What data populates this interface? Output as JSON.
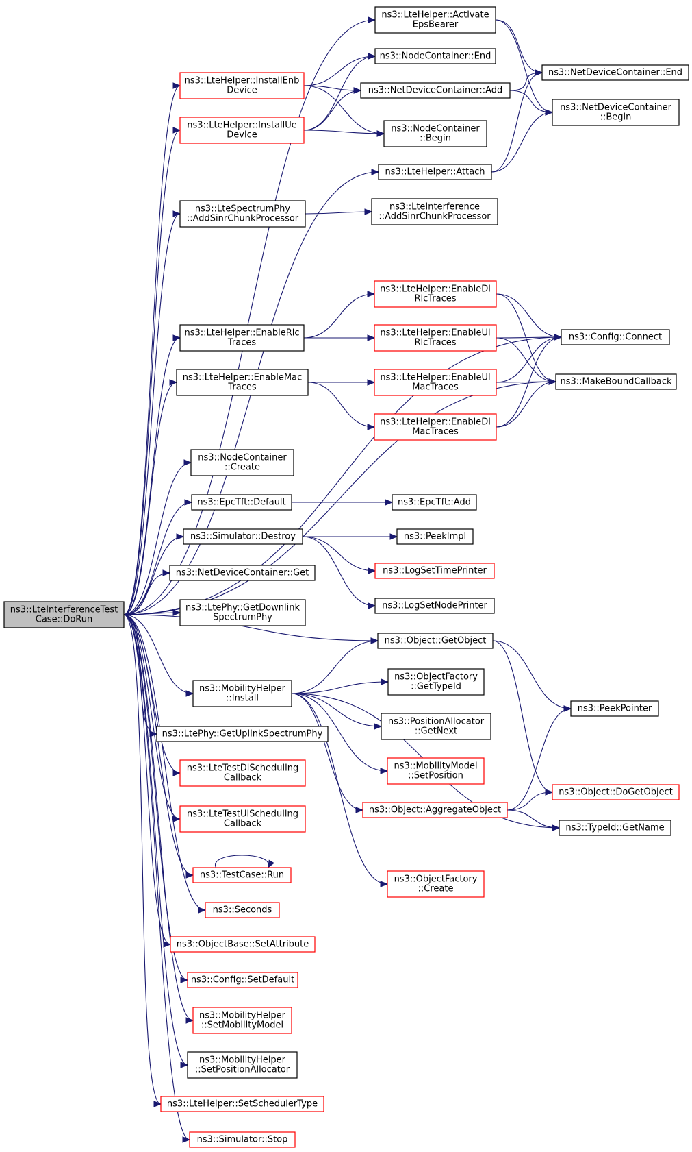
{
  "colors": {
    "edge": "#191970",
    "root_fill": "#bfbfbf",
    "border_black": "#000000",
    "border_red": "#ff0000"
  },
  "nodes": [
    {
      "id": "root",
      "lines": [
        "ns3::LteInterferenceTest",
        "Case::DoRun"
      ],
      "style": "root"
    },
    {
      "id": "activate",
      "lines": [
        "ns3::LteHelper::Activate",
        "EpsBearer"
      ],
      "style": "black"
    },
    {
      "id": "nc_end",
      "lines": [
        "ns3::NodeContainer::End"
      ],
      "style": "black"
    },
    {
      "id": "install_enb",
      "lines": [
        "ns3::LteHelper::InstallEnb",
        "Device"
      ],
      "style": "red"
    },
    {
      "id": "ndc_add",
      "lines": [
        "ns3::NetDeviceContainer::Add"
      ],
      "style": "black"
    },
    {
      "id": "ndc_end",
      "lines": [
        "ns3::NetDeviceContainer::End"
      ],
      "style": "black"
    },
    {
      "id": "ndc_begin",
      "lines": [
        "ns3::NetDeviceContainer",
        "::Begin"
      ],
      "style": "black"
    },
    {
      "id": "install_ue",
      "lines": [
        "ns3::LteHelper::InstallUe",
        "Device"
      ],
      "style": "red"
    },
    {
      "id": "nc_begin",
      "lines": [
        "ns3::NodeContainer",
        "::Begin"
      ],
      "style": "black"
    },
    {
      "id": "attach",
      "lines": [
        "ns3::LteHelper::Attach"
      ],
      "style": "black"
    },
    {
      "id": "sp_addsinr",
      "lines": [
        "ns3::LteSpectrumPhy",
        "::AddSinrChunkProcessor"
      ],
      "style": "black"
    },
    {
      "id": "li_addsinr",
      "lines": [
        "ns3::LteInterference",
        "::AddSinrChunkProcessor"
      ],
      "style": "black"
    },
    {
      "id": "enable_dl_rlc",
      "lines": [
        "ns3::LteHelper::EnableDl",
        "RlcTraces"
      ],
      "style": "red"
    },
    {
      "id": "enable_rlc",
      "lines": [
        "ns3::LteHelper::EnableRlc",
        "Traces"
      ],
      "style": "black"
    },
    {
      "id": "enable_ul_rlc",
      "lines": [
        "ns3::LteHelper::EnableUl",
        "RlcTraces"
      ],
      "style": "red"
    },
    {
      "id": "config_connect",
      "lines": [
        "ns3::Config::Connect"
      ],
      "style": "black"
    },
    {
      "id": "enable_mac",
      "lines": [
        "ns3::LteHelper::EnableMac",
        "Traces"
      ],
      "style": "black"
    },
    {
      "id": "enable_ul_mac",
      "lines": [
        "ns3::LteHelper::EnableUl",
        "MacTraces"
      ],
      "style": "red"
    },
    {
      "id": "make_bound",
      "lines": [
        "ns3::MakeBoundCallback"
      ],
      "style": "black"
    },
    {
      "id": "enable_dl_mac",
      "lines": [
        "ns3::LteHelper::EnableDl",
        "MacTraces"
      ],
      "style": "red"
    },
    {
      "id": "nc_create",
      "lines": [
        "ns3::NodeContainer",
        "::Create"
      ],
      "style": "black"
    },
    {
      "id": "epctft_default",
      "lines": [
        "ns3::EpcTft::Default"
      ],
      "style": "black"
    },
    {
      "id": "epctft_add",
      "lines": [
        "ns3::EpcTft::Add"
      ],
      "style": "black"
    },
    {
      "id": "sim_destroy",
      "lines": [
        "ns3::Simulator::Destroy"
      ],
      "style": "black"
    },
    {
      "id": "peek_impl",
      "lines": [
        "ns3::PeekImpl"
      ],
      "style": "black"
    },
    {
      "id": "log_time",
      "lines": [
        "ns3::LogSetTimePrinter"
      ],
      "style": "red"
    },
    {
      "id": "ndc_get",
      "lines": [
        "ns3::NetDeviceContainer::Get"
      ],
      "style": "black"
    },
    {
      "id": "log_node",
      "lines": [
        "ns3::LogSetNodePrinter"
      ],
      "style": "black"
    },
    {
      "id": "get_dl_phy",
      "lines": [
        "ns3::LtePhy::GetDownlink",
        "SpectrumPhy"
      ],
      "style": "black"
    },
    {
      "id": "get_object",
      "lines": [
        "ns3::Object::GetObject"
      ],
      "style": "black"
    },
    {
      "id": "of_gettypeid",
      "lines": [
        "ns3::ObjectFactory",
        "::GetTypeId"
      ],
      "style": "black"
    },
    {
      "id": "mob_install",
      "lines": [
        "ns3::MobilityHelper",
        "::Install"
      ],
      "style": "black"
    },
    {
      "id": "peek_pointer",
      "lines": [
        "ns3::PeekPointer"
      ],
      "style": "black"
    },
    {
      "id": "pa_getnext",
      "lines": [
        "ns3::PositionAllocator",
        "::GetNext"
      ],
      "style": "black"
    },
    {
      "id": "get_ul_phy",
      "lines": [
        "ns3::LtePhy::GetUplinkSpectrumPhy"
      ],
      "style": "black"
    },
    {
      "id": "mm_setpos",
      "lines": [
        "ns3::MobilityModel",
        "::SetPosition"
      ],
      "style": "red"
    },
    {
      "id": "dl_sched",
      "lines": [
        "ns3::LteTestDlScheduling",
        "Callback"
      ],
      "style": "red"
    },
    {
      "id": "do_get_object",
      "lines": [
        "ns3::Object::DoGetObject"
      ],
      "style": "red"
    },
    {
      "id": "aggregate",
      "lines": [
        "ns3::Object::AggregateObject"
      ],
      "style": "red"
    },
    {
      "id": "ul_sched",
      "lines": [
        "ns3::LteTestUlScheduling",
        "Callback"
      ],
      "style": "red"
    },
    {
      "id": "typeid_getname",
      "lines": [
        "ns3::TypeId::GetName"
      ],
      "style": "black"
    },
    {
      "id": "tc_run",
      "lines": [
        "ns3::TestCase::Run"
      ],
      "style": "red"
    },
    {
      "id": "of_create",
      "lines": [
        "ns3::ObjectFactory",
        "::Create"
      ],
      "style": "red"
    },
    {
      "id": "seconds",
      "lines": [
        "ns3::Seconds"
      ],
      "style": "red"
    },
    {
      "id": "set_attr",
      "lines": [
        "ns3::ObjectBase::SetAttribute"
      ],
      "style": "red"
    },
    {
      "id": "set_default",
      "lines": [
        "ns3::Config::SetDefault"
      ],
      "style": "red"
    },
    {
      "id": "set_mobility",
      "lines": [
        "ns3::MobilityHelper",
        "::SetMobilityModel"
      ],
      "style": "red"
    },
    {
      "id": "set_posalloc",
      "lines": [
        "ns3::MobilityHelper",
        "::SetPositionAllocator"
      ],
      "style": "black"
    },
    {
      "id": "set_sched",
      "lines": [
        "ns3::LteHelper::SetSchedulerType"
      ],
      "style": "red"
    },
    {
      "id": "sim_stop",
      "lines": [
        "ns3::Simulator::Stop"
      ],
      "style": "red"
    }
  ],
  "edges": [
    [
      "root",
      "activate"
    ],
    [
      "root",
      "install_enb"
    ],
    [
      "root",
      "install_ue"
    ],
    [
      "root",
      "attach"
    ],
    [
      "root",
      "sp_addsinr"
    ],
    [
      "root",
      "config_connect"
    ],
    [
      "root",
      "enable_rlc"
    ],
    [
      "root",
      "enable_mac"
    ],
    [
      "root",
      "make_bound"
    ],
    [
      "root",
      "nc_create"
    ],
    [
      "root",
      "epctft_default"
    ],
    [
      "root",
      "sim_destroy"
    ],
    [
      "root",
      "ndc_get"
    ],
    [
      "root",
      "get_dl_phy"
    ],
    [
      "root",
      "get_object"
    ],
    [
      "root",
      "mob_install"
    ],
    [
      "root",
      "get_ul_phy"
    ],
    [
      "root",
      "dl_sched"
    ],
    [
      "root",
      "ul_sched"
    ],
    [
      "root",
      "tc_run"
    ],
    [
      "root",
      "seconds"
    ],
    [
      "root",
      "set_attr"
    ],
    [
      "root",
      "set_default"
    ],
    [
      "root",
      "set_mobility"
    ],
    [
      "root",
      "set_posalloc"
    ],
    [
      "root",
      "set_sched"
    ],
    [
      "root",
      "sim_stop"
    ],
    [
      "activate",
      "ndc_end"
    ],
    [
      "activate",
      "ndc_begin"
    ],
    [
      "install_enb",
      "nc_end"
    ],
    [
      "install_enb",
      "ndc_add"
    ],
    [
      "install_enb",
      "nc_begin"
    ],
    [
      "install_ue",
      "nc_end"
    ],
    [
      "install_ue",
      "ndc_add"
    ],
    [
      "install_ue",
      "nc_begin"
    ],
    [
      "ndc_add",
      "ndc_end"
    ],
    [
      "ndc_add",
      "ndc_begin"
    ],
    [
      "attach",
      "ndc_end"
    ],
    [
      "attach",
      "ndc_begin"
    ],
    [
      "sp_addsinr",
      "li_addsinr"
    ],
    [
      "enable_rlc",
      "enable_dl_rlc"
    ],
    [
      "enable_rlc",
      "enable_ul_rlc"
    ],
    [
      "enable_dl_rlc",
      "config_connect"
    ],
    [
      "enable_dl_rlc",
      "make_bound"
    ],
    [
      "enable_ul_rlc",
      "config_connect"
    ],
    [
      "enable_ul_rlc",
      "make_bound"
    ],
    [
      "enable_mac",
      "enable_ul_mac"
    ],
    [
      "enable_mac",
      "enable_dl_mac"
    ],
    [
      "enable_ul_mac",
      "config_connect"
    ],
    [
      "enable_ul_mac",
      "make_bound"
    ],
    [
      "enable_dl_mac",
      "config_connect"
    ],
    [
      "enable_dl_mac",
      "make_bound"
    ],
    [
      "epctft_default",
      "epctft_add"
    ],
    [
      "sim_destroy",
      "peek_impl"
    ],
    [
      "sim_destroy",
      "log_time"
    ],
    [
      "sim_destroy",
      "log_node"
    ],
    [
      "get_object",
      "peek_pointer"
    ],
    [
      "get_object",
      "do_get_object"
    ],
    [
      "mob_install",
      "get_object"
    ],
    [
      "mob_install",
      "of_gettypeid"
    ],
    [
      "mob_install",
      "pa_getnext"
    ],
    [
      "mob_install",
      "mm_setpos"
    ],
    [
      "mob_install",
      "aggregate"
    ],
    [
      "mob_install",
      "typeid_getname"
    ],
    [
      "mob_install",
      "of_create"
    ],
    [
      "aggregate",
      "peek_pointer"
    ],
    [
      "aggregate",
      "do_get_object"
    ],
    [
      "aggregate",
      "typeid_getname"
    ],
    [
      "tc_run",
      "tc_run"
    ]
  ]
}
